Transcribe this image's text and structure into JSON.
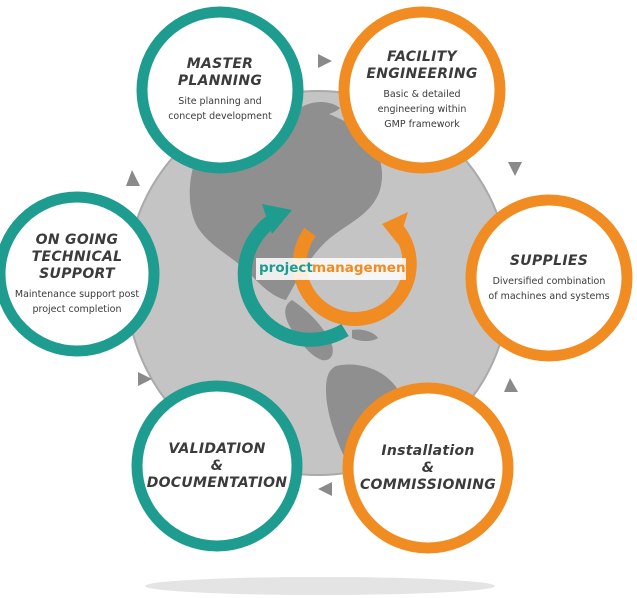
{
  "colors": {
    "teal": "#1e9c8f",
    "orange": "#f18c22",
    "globe": "#bdbdbd",
    "land": "#8e8e8e",
    "text": "#3a3a3a",
    "arrow": "#8a8a8a"
  },
  "center": {
    "word1": "project",
    "word2": "management"
  },
  "nodes": [
    {
      "id": "master-planning",
      "color": "teal",
      "title": [
        "MASTER",
        "PLANNING"
      ],
      "desc": [
        "Site planning and",
        "concept development"
      ]
    },
    {
      "id": "facility-engineering",
      "color": "orange",
      "title": [
        "FACILITY",
        "ENGINEERING"
      ],
      "desc": [
        "Basic & detailed",
        "engineering within",
        "GMP framework"
      ]
    },
    {
      "id": "supplies",
      "color": "orange",
      "title": [
        "SUPPLIES"
      ],
      "desc": [
        "Diversified combination",
        "of machines and systems"
      ]
    },
    {
      "id": "installation-commissioning",
      "color": "orange",
      "title": [
        "Installation",
        "&",
        "COMMISSIONING"
      ],
      "desc": []
    },
    {
      "id": "validation-documentation",
      "color": "teal",
      "title": [
        "VALIDATION",
        "&",
        "DOCUMENTATION"
      ],
      "desc": []
    },
    {
      "id": "ongoing-technical-support",
      "color": "teal",
      "title": [
        "ON GOING",
        "TECHNICAL",
        "SUPPORT"
      ],
      "desc": [
        "Maintenance support post",
        "project completion"
      ]
    }
  ]
}
